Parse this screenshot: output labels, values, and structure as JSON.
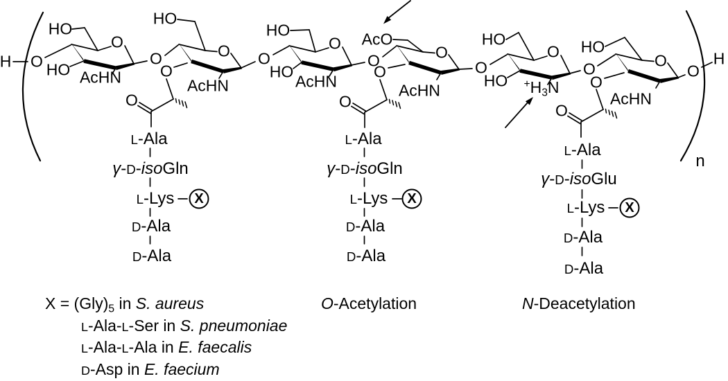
{
  "figure": {
    "background": "#ffffff",
    "ink": "#000000",
    "left_terminal": {
      "h": "H",
      "o": "O"
    },
    "right_terminal": {
      "o": "O",
      "h": "H"
    },
    "repeat_subscript": "n",
    "glycosidic_o": [
      "O",
      "O",
      "O",
      "O",
      "O"
    ],
    "lactyl_carbonyl_o": [
      "O",
      "O",
      "O"
    ],
    "rings": [
      {
        "name": "GlcNAc ring 1",
        "c6": "HO",
        "o5": "O",
        "c3": "HO",
        "c2": "AcHN"
      },
      {
        "name": "MurNAc ring 1",
        "c6": "HO",
        "o5": "O",
        "c3": "O",
        "c2": "AcHN"
      },
      {
        "name": "GlcNAc ring 2",
        "c6": "HO",
        "o5": "O",
        "c3": "HO",
        "c2": "AcHN"
      },
      {
        "name": "MurNAc ring 2 O-acetylated",
        "c6": "AcO",
        "o5": "O",
        "c3": "O",
        "c2": "AcHN"
      },
      {
        "name": "GlcN ring N-deacetylated",
        "c6": "HO",
        "o5": "O",
        "c3": "HO",
        "c2_parts": [
          {
            "t": "+",
            "sup": true
          },
          {
            "t": "H"
          },
          {
            "t": "3",
            "sub": true
          },
          {
            "t": "N"
          }
        ]
      },
      {
        "name": "MurNAc ring 3",
        "c6": "HO",
        "o5": "O",
        "c3": "O",
        "c2": "AcHN"
      }
    ]
  },
  "peptide_chains": [
    {
      "x": "X",
      "r1": [
        {
          "t": "L",
          "sc": true
        },
        {
          "t": "-Ala"
        }
      ],
      "r2": [
        {
          "t": "γ",
          "it": true
        },
        {
          "t": "-"
        },
        {
          "t": "D",
          "sc": true
        },
        {
          "t": "-"
        },
        {
          "t": "iso",
          "it": true
        },
        {
          "t": "Gln"
        }
      ],
      "r3": [
        {
          "t": "L",
          "sc": true
        },
        {
          "t": "-Lys"
        }
      ],
      "r4": [
        {
          "t": "D",
          "sc": true
        },
        {
          "t": "-Ala"
        }
      ],
      "r5": [
        {
          "t": "D",
          "sc": true
        },
        {
          "t": "-Ala"
        }
      ]
    },
    {
      "x": "X",
      "r1": [
        {
          "t": "L",
          "sc": true
        },
        {
          "t": "-Ala"
        }
      ],
      "r2": [
        {
          "t": "γ",
          "it": true
        },
        {
          "t": "-"
        },
        {
          "t": "D",
          "sc": true
        },
        {
          "t": "-"
        },
        {
          "t": "iso",
          "it": true
        },
        {
          "t": "Gln"
        }
      ],
      "r3": [
        {
          "t": "L",
          "sc": true
        },
        {
          "t": "-Lys"
        }
      ],
      "r4": [
        {
          "t": "D",
          "sc": true
        },
        {
          "t": "-Ala"
        }
      ],
      "r5": [
        {
          "t": "D",
          "sc": true
        },
        {
          "t": "-Ala"
        }
      ]
    },
    {
      "x": "X",
      "r1": [
        {
          "t": "L",
          "sc": true
        },
        {
          "t": "-Ala"
        }
      ],
      "r2": [
        {
          "t": "γ",
          "it": true
        },
        {
          "t": "-"
        },
        {
          "t": "D",
          "sc": true
        },
        {
          "t": "-"
        },
        {
          "t": "iso",
          "it": true
        },
        {
          "t": "Glu"
        }
      ],
      "r3": [
        {
          "t": "L",
          "sc": true
        },
        {
          "t": "-Lys"
        }
      ],
      "r4": [
        {
          "t": "D",
          "sc": true
        },
        {
          "t": "-Ala"
        }
      ],
      "r5": [
        {
          "t": "D",
          "sc": true
        },
        {
          "t": "-Ala"
        }
      ]
    }
  ],
  "annotations": {
    "o_acetylation": [
      {
        "t": "O",
        "it": true
      },
      {
        "t": "-Acetylation"
      }
    ],
    "n_deacetylation": [
      {
        "t": "N",
        "it": true
      },
      {
        "t": "-Deacetylation"
      }
    ]
  },
  "legend": {
    "line1": [
      {
        "t": "X = (Gly)"
      },
      {
        "t": "5",
        "sub": true
      },
      {
        "t": " in "
      },
      {
        "t": "S. aureus",
        "it": true
      }
    ],
    "line2": [
      {
        "t": "L",
        "sc": true
      },
      {
        "t": "-Ala-"
      },
      {
        "t": "L",
        "sc": true
      },
      {
        "t": "-Ser in "
      },
      {
        "t": "S. pneumoniae",
        "it": true
      }
    ],
    "line3": [
      {
        "t": "L",
        "sc": true
      },
      {
        "t": "-Ala-"
      },
      {
        "t": "L",
        "sc": true
      },
      {
        "t": "-Ala in "
      },
      {
        "t": "E. faecalis",
        "it": true
      }
    ],
    "line4": [
      {
        "t": "D",
        "sc": true
      },
      {
        "t": "-Asp in "
      },
      {
        "t": "E. faecium",
        "it": true
      }
    ]
  }
}
